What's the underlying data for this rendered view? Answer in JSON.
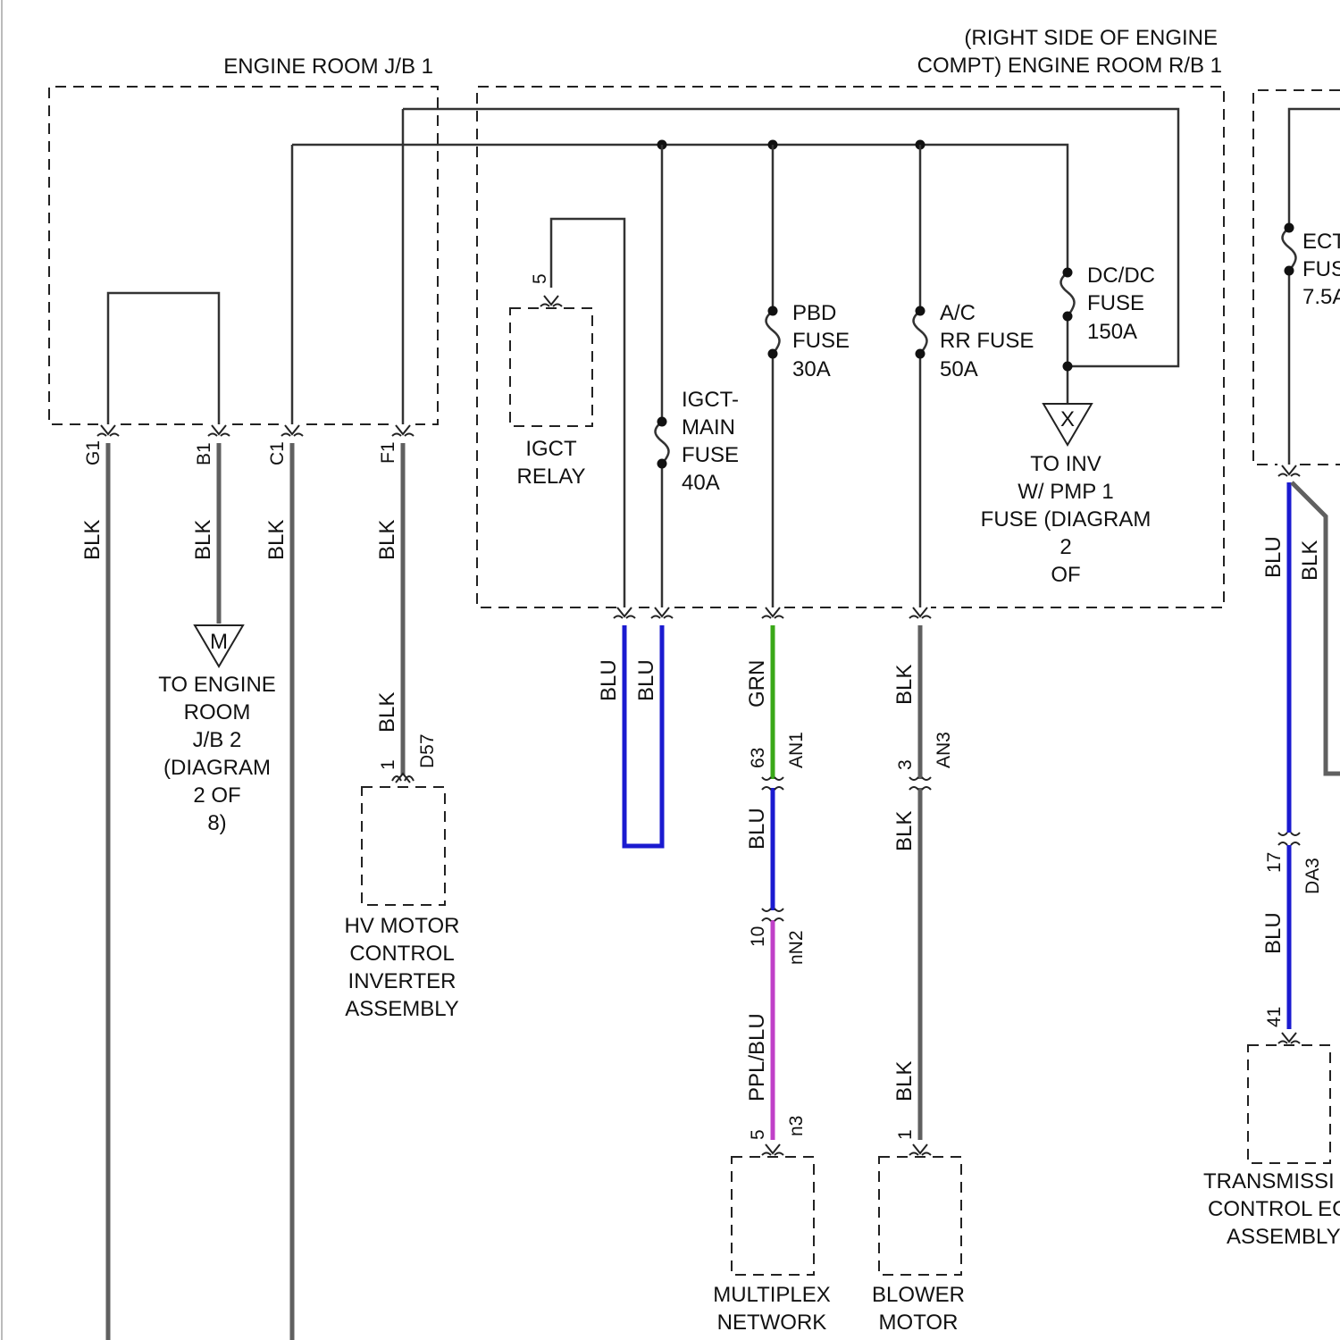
{
  "boxes": {
    "engine_room_jb1": "ENGINE ROOM J/B 1",
    "engine_room_rb1": [
      "(RIGHT SIDE OF ENGINE",
      "COMPT) ENGINE ROOM R/B 1"
    ]
  },
  "jb1_pins": {
    "g1": {
      "pin": "G1",
      "color": "BLK"
    },
    "b1": {
      "pin": "B1",
      "color": "BLK"
    },
    "c1": {
      "pin": "C1",
      "color": "BLK"
    },
    "f1": {
      "pin": "F1",
      "color": "BLK"
    }
  },
  "to_engine_room_jb2": {
    "symbol": "M",
    "label": [
      "TO ENGINE",
      "ROOM",
      "J/B 2",
      "(DIAGRAM",
      "2 OF",
      "8)"
    ]
  },
  "hv_inverter": {
    "wire_color": "BLK",
    "pin": "1",
    "connector": "D57",
    "label": [
      "HV MOTOR",
      "CONTROL",
      "INVERTER",
      "ASSEMBLY"
    ]
  },
  "igct_relay": {
    "pin": "5",
    "label": [
      "IGCT",
      "RELAY"
    ]
  },
  "fuses": {
    "igct_main": [
      "IGCT-",
      "MAIN",
      "FUSE",
      "40A"
    ],
    "pbd": [
      "PBD",
      "FUSE",
      "30A"
    ],
    "ac_rr": [
      "A/C",
      "RR FUSE",
      "50A"
    ],
    "dcdc": [
      "DC/DC",
      "FUSE",
      "150A"
    ],
    "ect": [
      "ECT",
      "FUS",
      "7.5A"
    ]
  },
  "to_inv_pump": {
    "symbol": "X",
    "label": [
      "TO INV",
      "W/ PMP 1",
      "FUSE (DIAGRAM",
      "2",
      "OF"
    ]
  },
  "igct_wires": {
    "left": "BLU",
    "right": "BLU"
  },
  "multiplex": {
    "seg1_color": "GRN",
    "an1_pin": "63",
    "an1_conn": "AN1",
    "seg2_color": "BLU",
    "nn2_pin": "10",
    "nn2_conn": "nN2",
    "seg3_color": "PPL/BLU",
    "n3_pin": "5",
    "n3_conn": "n3",
    "label": [
      "MULTIPLEX",
      "NETWORK"
    ]
  },
  "blower": {
    "seg1_color": "BLK",
    "an3_pin": "3",
    "an3_conn": "AN3",
    "seg2_color": "BLK",
    "pin": "1",
    "label": [
      "BLOWER",
      "MOTOR"
    ]
  },
  "transmission": {
    "wire_blu": "BLU",
    "wire_blk": "BLK",
    "da3_pin": "17",
    "da3_conn": "DA3",
    "seg2_color": "BLU",
    "pin": "41",
    "label": [
      "TRANSMISSI",
      "CONTROL EC",
      "ASSEMBLY"
    ]
  },
  "colors": {
    "blu": "#1a1ad0",
    "grn": "#3aa818",
    "ppl": "#c040c8",
    "blk": "#606060"
  }
}
